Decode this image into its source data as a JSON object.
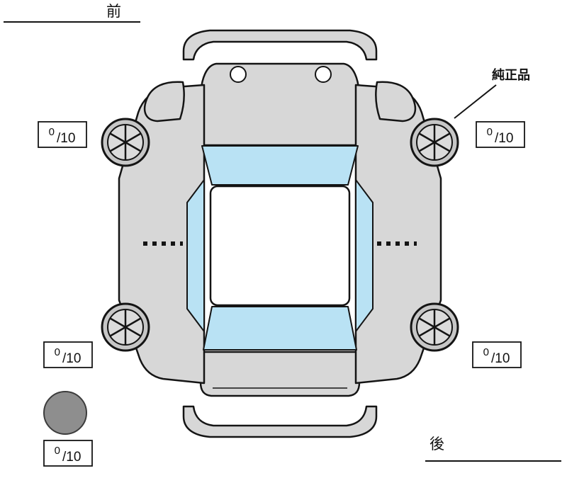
{
  "labels": {
    "front": "前",
    "rear": "後",
    "genuine_part": "純正品"
  },
  "tread_readings": {
    "front_left": {
      "value": "0",
      "scale": "/10"
    },
    "front_right": {
      "value": "0",
      "scale": "/10"
    },
    "rear_left": {
      "value": "0",
      "scale": "/10"
    },
    "rear_right": {
      "value": "0",
      "scale": "/10"
    },
    "spare": {
      "value": "0",
      "scale": "/10"
    }
  },
  "colors": {
    "body": "#d7d7d7",
    "glass": "#b9e2f4",
    "wheel_outer": "#c6c6c6",
    "wheel_inner": "#dbdbdb",
    "spare_circle": "#8e8e8e",
    "outline": "#141414",
    "background": "#ffffff"
  }
}
